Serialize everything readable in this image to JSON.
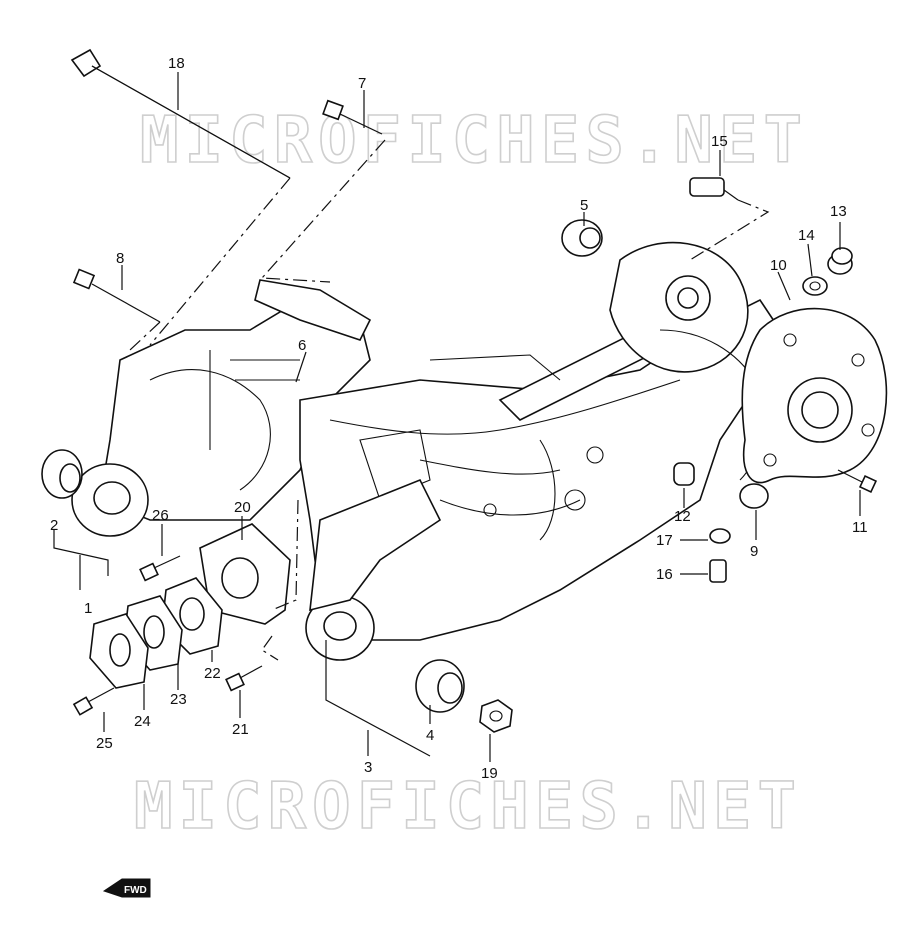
{
  "watermark": {
    "text": "MICROFICHES.NET"
  },
  "fwd_badge": {
    "text": "FWD"
  },
  "callouts": [
    {
      "id": "1",
      "text": "1"
    },
    {
      "id": "2",
      "text": "2"
    },
    {
      "id": "3",
      "text": "3"
    },
    {
      "id": "4",
      "text": "4"
    },
    {
      "id": "5",
      "text": "5"
    },
    {
      "id": "6",
      "text": "6"
    },
    {
      "id": "7",
      "text": "7"
    },
    {
      "id": "8",
      "text": "8"
    },
    {
      "id": "9",
      "text": "9"
    },
    {
      "id": "10",
      "text": "10"
    },
    {
      "id": "11",
      "text": "11"
    },
    {
      "id": "12",
      "text": "12"
    },
    {
      "id": "13",
      "text": "13"
    },
    {
      "id": "14",
      "text": "14"
    },
    {
      "id": "15",
      "text": "15"
    },
    {
      "id": "16",
      "text": "16"
    },
    {
      "id": "17",
      "text": "17"
    },
    {
      "id": "18",
      "text": "18"
    },
    {
      "id": "19",
      "text": "19"
    },
    {
      "id": "20",
      "text": "20"
    },
    {
      "id": "21",
      "text": "21"
    },
    {
      "id": "22",
      "text": "22"
    },
    {
      "id": "23",
      "text": "23"
    },
    {
      "id": "24",
      "text": "24"
    },
    {
      "id": "25",
      "text": "25"
    },
    {
      "id": "26",
      "text": "26"
    }
  ]
}
